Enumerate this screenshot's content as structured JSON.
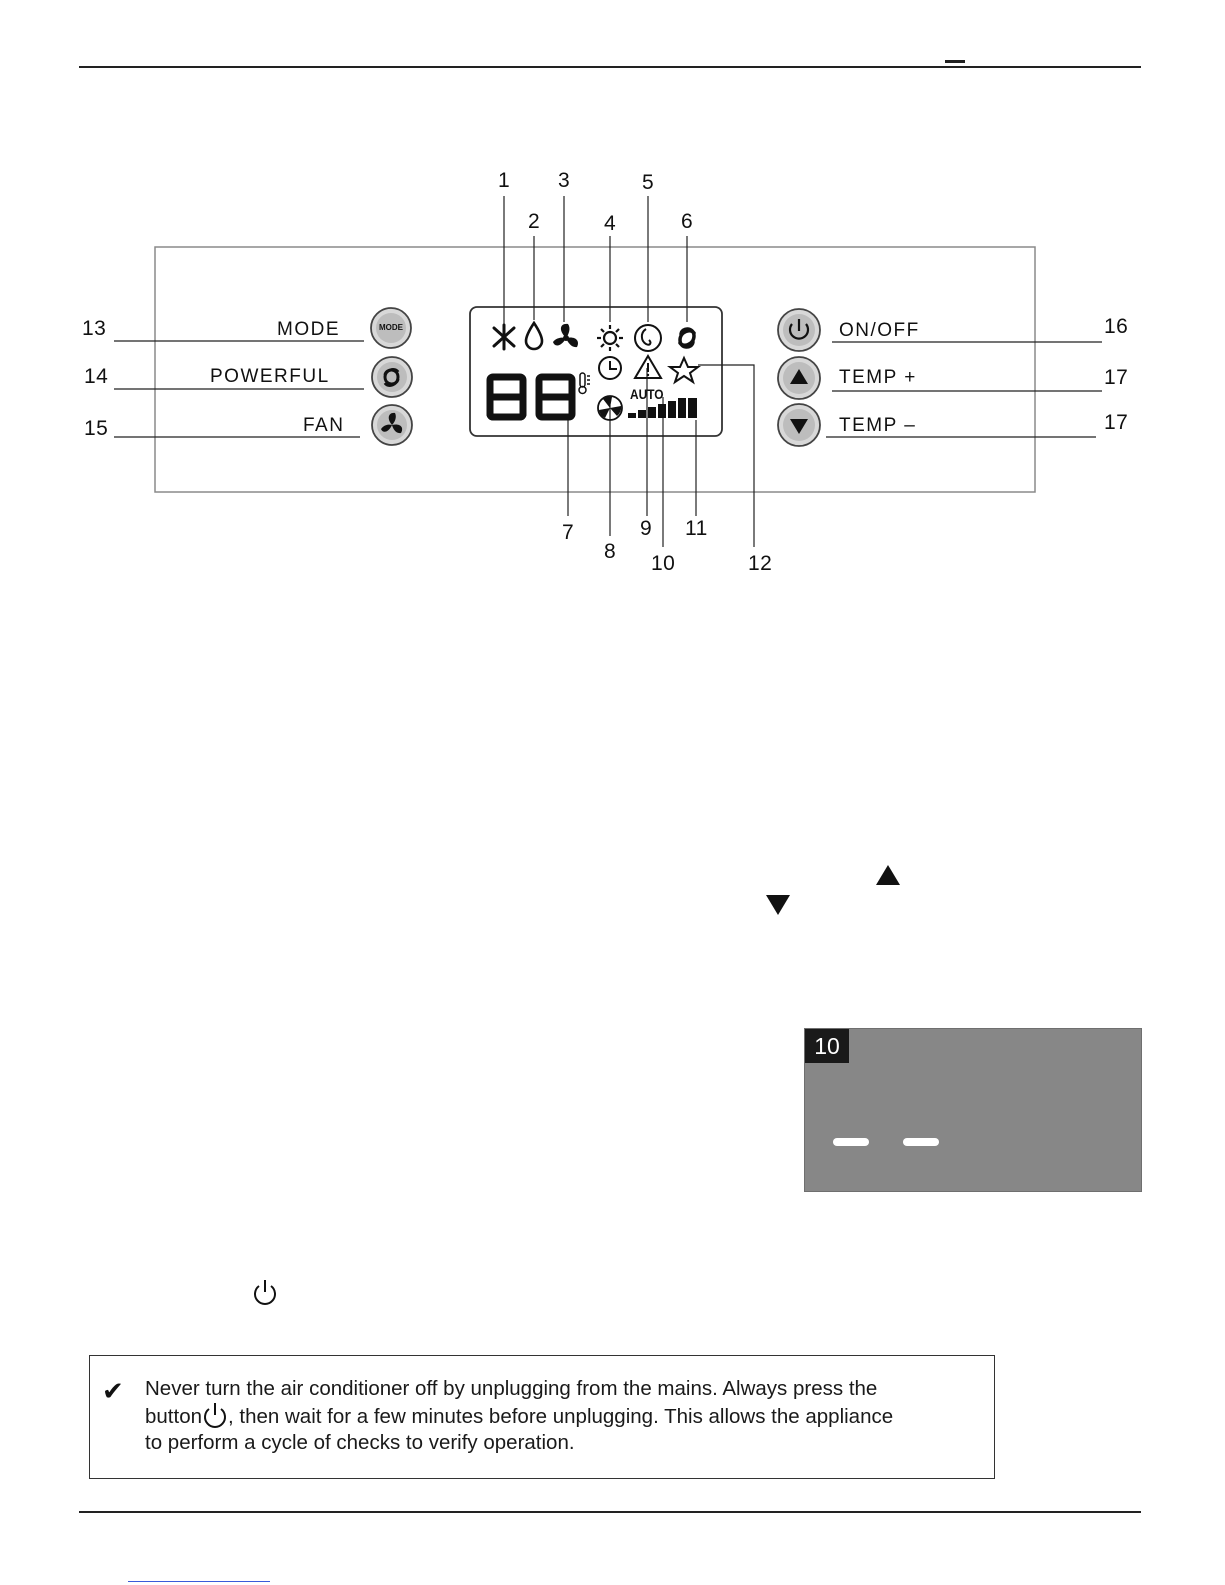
{
  "diagram": {
    "callouts": {
      "n1": "1",
      "n2": "2",
      "n3": "3",
      "n4": "4",
      "n5": "5",
      "n6": "6",
      "n7": "7",
      "n8": "8",
      "n9": "9",
      "n10": "10",
      "n11": "11",
      "n12": "12",
      "n13": "13",
      "n14": "14",
      "n15": "15",
      "n16": "16",
      "n17a": "17",
      "n17b": "17"
    },
    "buttons": {
      "mode": "MODE",
      "powerful": "POWERFUL",
      "fan": "FAN",
      "onoff": "ON/OFF",
      "temp_plus": "TEMP +",
      "temp_minus": "TEMP –"
    },
    "lcd": {
      "auto": "AUTO",
      "mode_icon_text": "MODE"
    }
  },
  "step_box": {
    "badge": "10"
  },
  "note": {
    "line1": "Never turn the air conditioner off by unplugging from the mains. Always press the",
    "line2_before": "button",
    "line2_after": ", then wait for a few minutes before unplugging.  This allows the appliance",
    "line3": "to perform a cycle of checks to verify operation."
  },
  "icons": {
    "check": "checkmark-icon",
    "power": "power-icon",
    "up": "triangle-up-icon",
    "down": "triangle-down-icon"
  }
}
